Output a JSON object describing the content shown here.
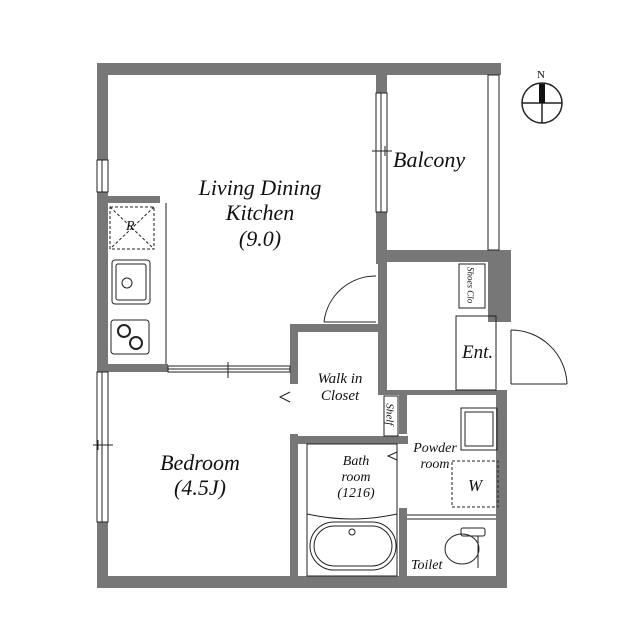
{
  "floorplan": {
    "colors": {
      "wall": "#777777",
      "line": "#222222",
      "background": "#ffffff"
    },
    "compass": {
      "label": "N"
    },
    "rooms": {
      "ldk": {
        "line1": "Living Dining",
        "line2": "Kitchen",
        "size": "(9.0)"
      },
      "balcony": {
        "name": "Balcony"
      },
      "bedroom": {
        "name": "Bedroom",
        "size": "(4.5J)"
      },
      "walk_in_closet": {
        "line1": "Walk in",
        "line2": "Closet"
      },
      "bathroom": {
        "line1": "Bath",
        "line2": "room",
        "size": "(1216)"
      },
      "powder_room": {
        "line1": "Powder",
        "line2": "room"
      },
      "toilet": {
        "name": "Toilet"
      },
      "entrance": {
        "name": "Ent."
      },
      "shoes_closet": {
        "name": "Shoes Clo"
      },
      "shelf": {
        "name": "Shelf"
      }
    },
    "fixtures": {
      "refrigerator": "R",
      "washer": "W"
    }
  }
}
